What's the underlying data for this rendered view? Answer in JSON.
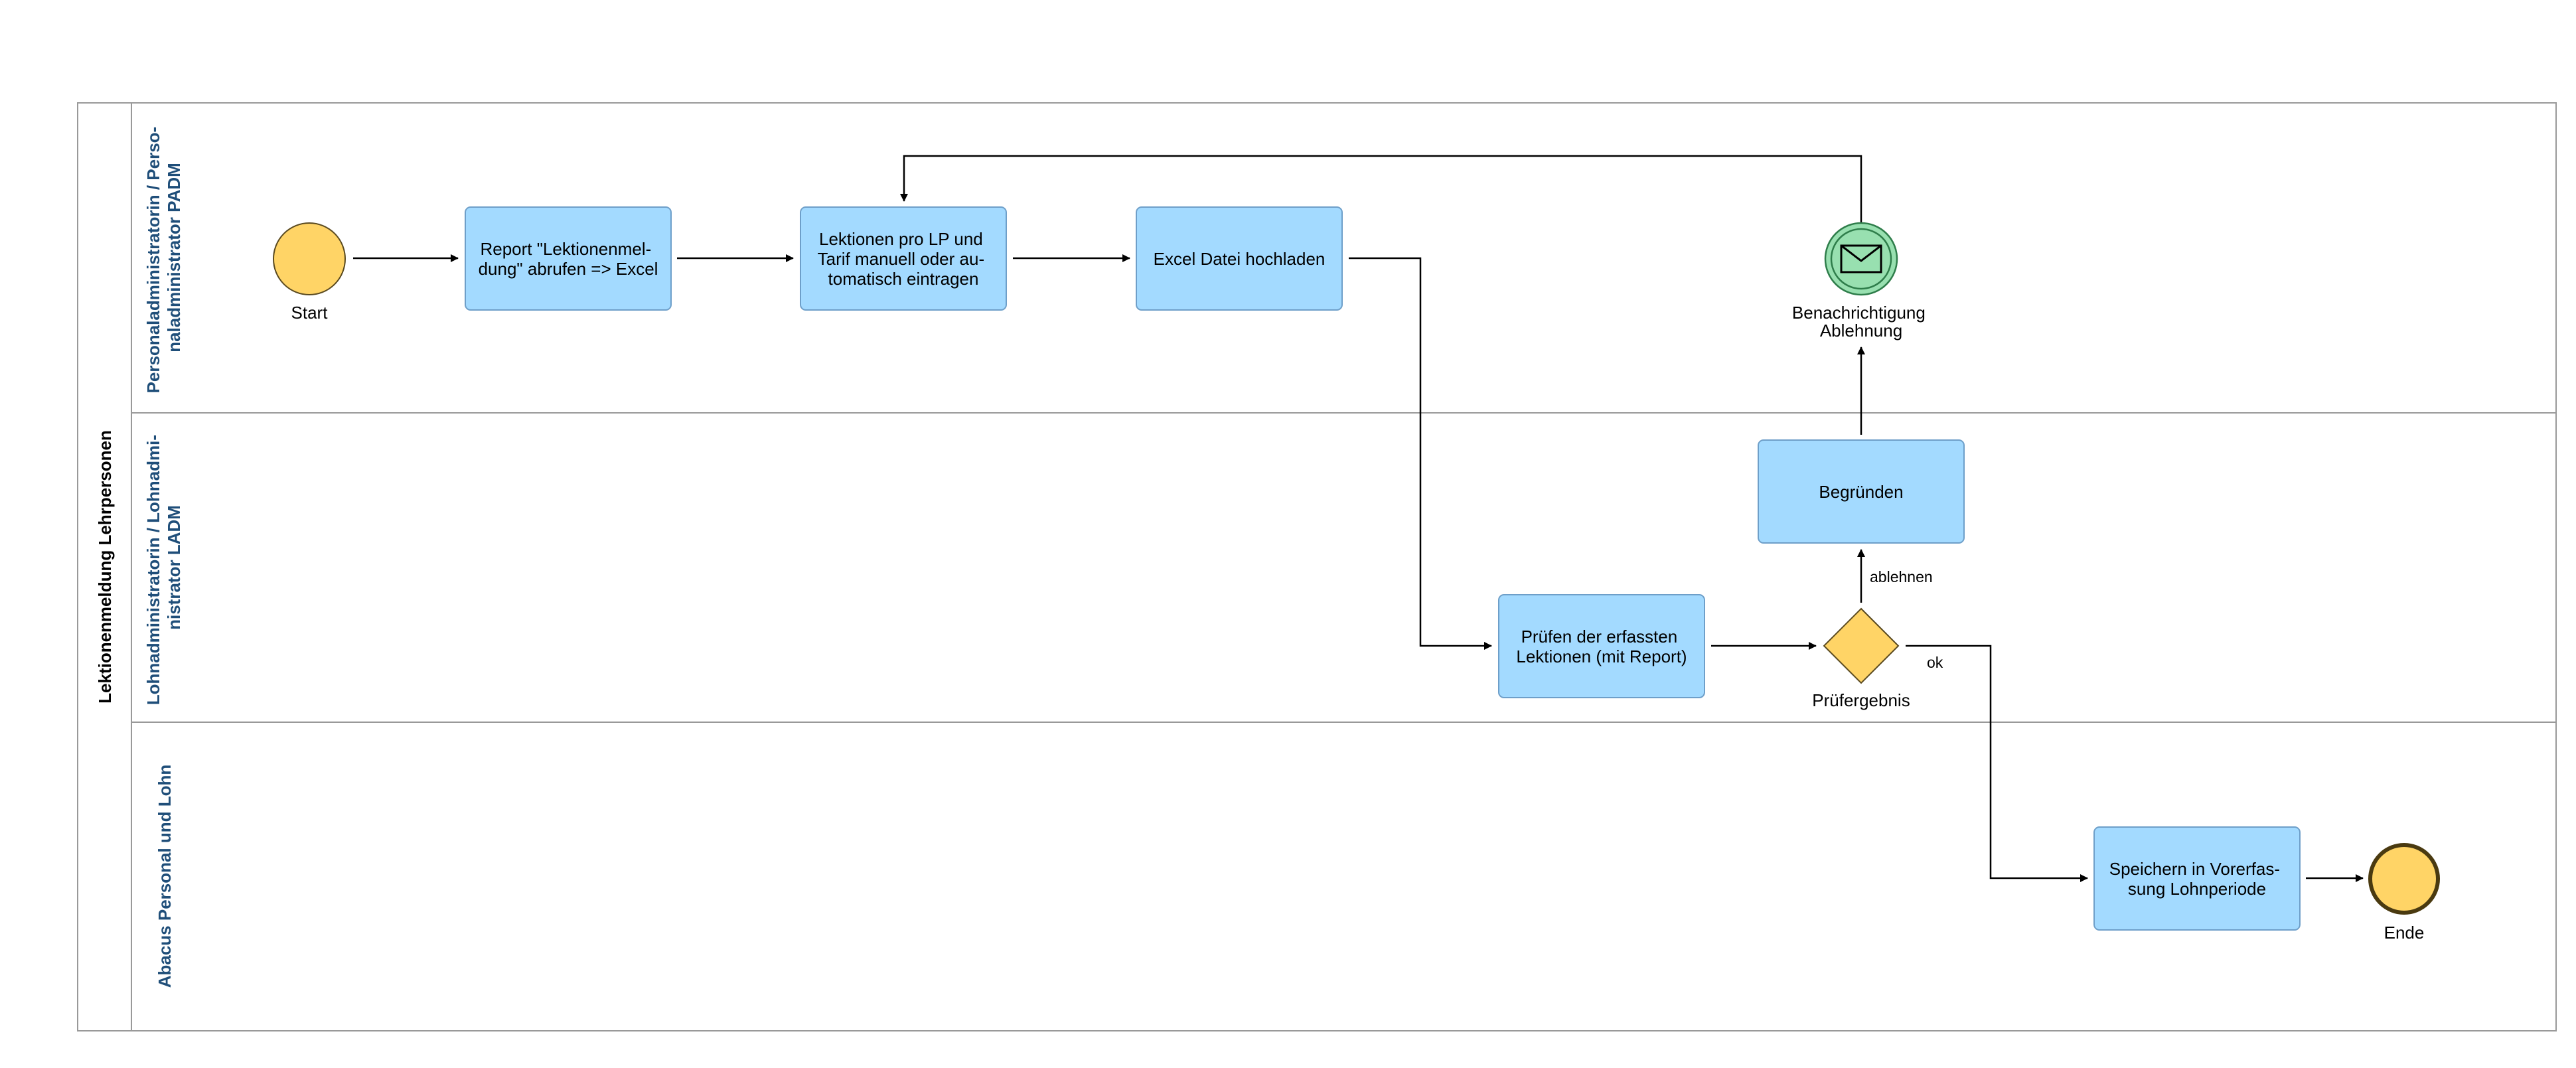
{
  "pool": {
    "title": "Lektionenmeldung Lehrpersonen"
  },
  "lanes": [
    {
      "lines": [
        "Personaladministratorin / Perso-",
        "naladministrator PADM"
      ]
    },
    {
      "lines": [
        "Lohnadministratorin / Lohnadmi-",
        "nistrator LADM"
      ]
    },
    {
      "lines": [
        "Abacus Personal und Lohn"
      ]
    }
  ],
  "events": {
    "start": "Start",
    "end": "Ende",
    "message": [
      "Benachrichtigung",
      "Ablehnung"
    ]
  },
  "tasks": {
    "report": [
      "Report \"Lektionenmel-",
      "dung\" abrufen => Excel"
    ],
    "lektionen": [
      "Lektionen pro LP und",
      "Tarif manuell oder au-",
      "tomatisch eintragen"
    ],
    "upload": [
      "Excel Datei hochladen"
    ],
    "pruefen": [
      "Prüfen der erfassten",
      "Lektionen (mit Report)"
    ],
    "begruenden": [
      "Begründen"
    ],
    "speichern": [
      "Speichern in Vorerfas-",
      "sung Lohnperiode"
    ]
  },
  "gateway": {
    "label": "Prüfergebnis"
  },
  "flows": {
    "reject": "ablehnen",
    "ok": "ok"
  },
  "colors": {
    "task_fill": "#a3daff",
    "task_stroke": "#6e9fc9",
    "event_fill": "#ffd466",
    "message_fill": "#98e0b0",
    "lane_text": "#1f4e79",
    "border": "#999999"
  }
}
